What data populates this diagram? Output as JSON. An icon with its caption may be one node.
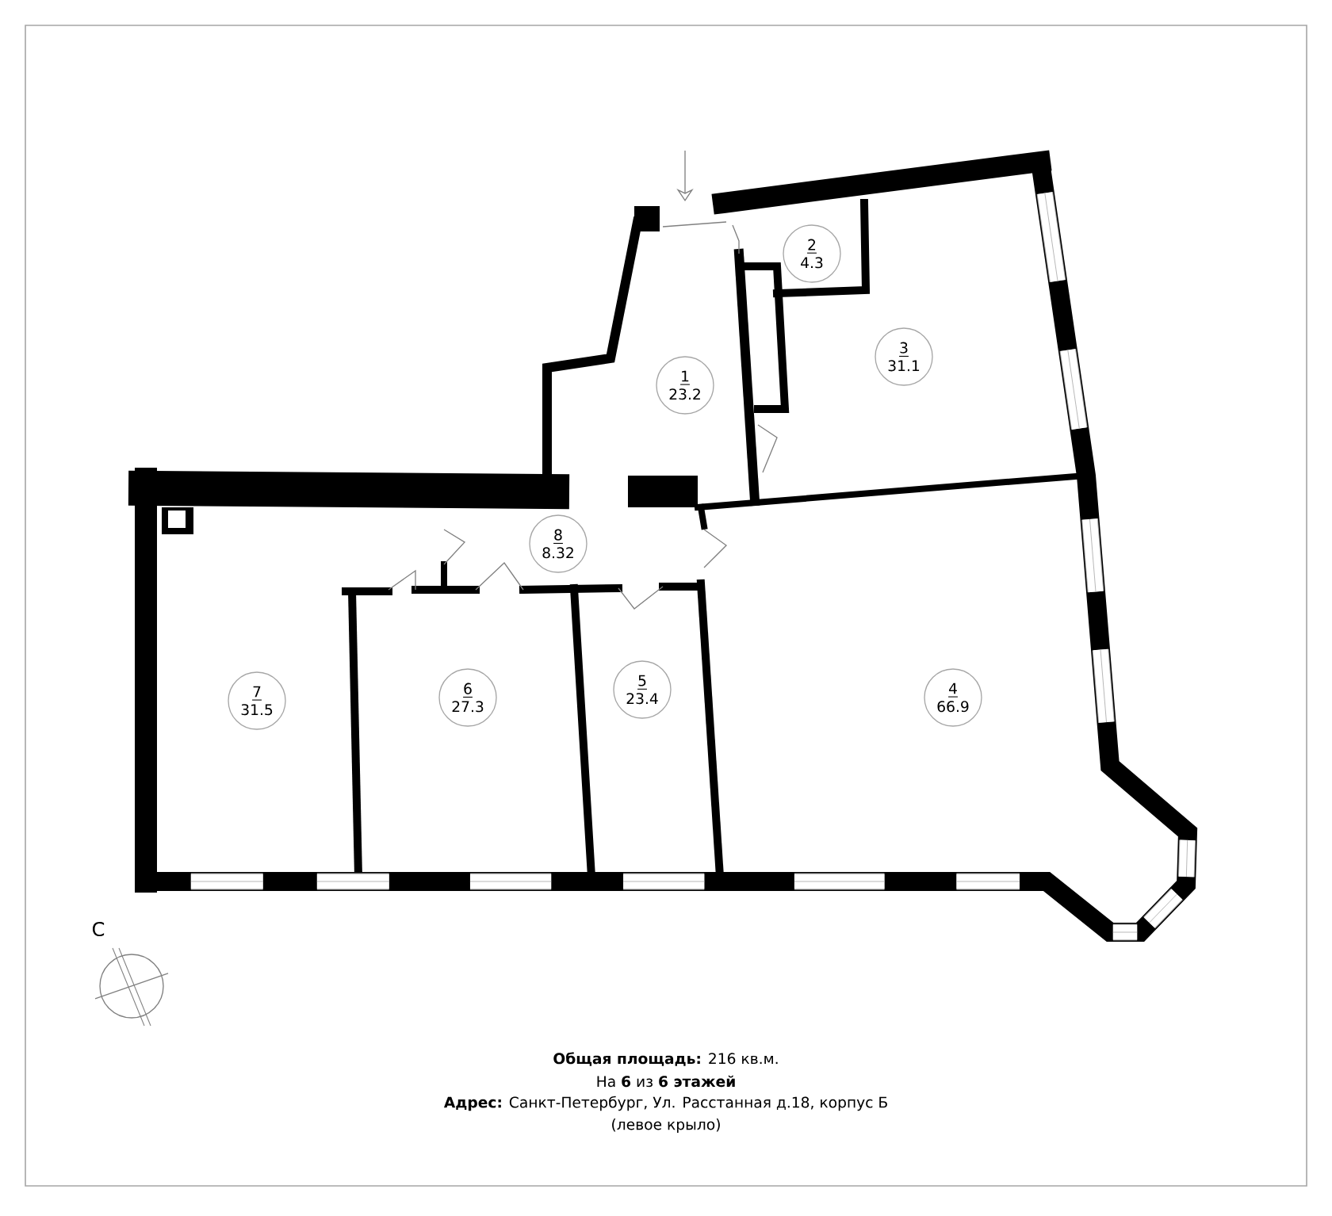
{
  "diagram": {
    "nodes": [
      {
        "text": [
          "1",
          "23.2"
        ]
      },
      {
        "text": [
          "2",
          "4.3"
        ]
      },
      {
        "text": [
          "3",
          "31.1"
        ]
      },
      {
        "text": [
          "4",
          "66.9"
        ]
      },
      {
        "text": [
          "5",
          "23.4"
        ]
      },
      {
        "text": [
          "6",
          "27.3"
        ]
      },
      {
        "text": [
          "7",
          "31.5"
        ]
      },
      {
        "text": [
          "8",
          "8.32"
        ]
      }
    ],
    "labels": [
      "С",
      "**Общая площадь:** 216 кв.м.",
      "На **6** из **6 этажей**",
      "**Адрес:** Санкт-Петербург, Ул. Расстанная д.18, корпус Б",
      "(левое крыло)"
    ]
  }
}
